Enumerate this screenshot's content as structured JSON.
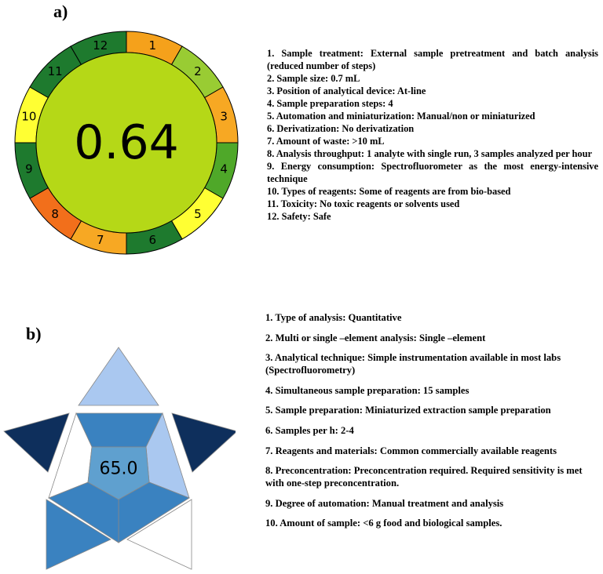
{
  "panel_a": {
    "label": "a)",
    "score": "0.64",
    "segments": [
      {
        "num": "1",
        "color": "#f5a11b"
      },
      {
        "num": "2",
        "color": "#99cc33"
      },
      {
        "num": "3",
        "color": "#f7a823"
      },
      {
        "num": "4",
        "color": "#4fa829"
      },
      {
        "num": "5",
        "color": "#ffff33"
      },
      {
        "num": "6",
        "color": "#1e7a2e"
      },
      {
        "num": "7",
        "color": "#f7a823"
      },
      {
        "num": "8",
        "color": "#f26f1b"
      },
      {
        "num": "9",
        "color": "#1e7a2e"
      },
      {
        "num": "10",
        "color": "#ffff33"
      },
      {
        "num": "11",
        "color": "#1e7a2e"
      },
      {
        "num": "12",
        "color": "#1e7a2e"
      }
    ],
    "center_color": "#b5d817",
    "criteria": [
      "1. Sample treatment: External sample pretreatment and batch analysis (reduced number of steps)",
      "2. Sample size: 0.7 mL",
      "3. Position of analytical device: At-line",
      "4. Sample preparation steps: 4",
      "5. Automation and miniaturization: Manual/non or miniaturized",
      "6. Derivatization: No derivatization",
      "7. Amount of waste: >10 mL",
      "8. Analysis throughput: 1 analyte with single run, 3 samples analyzed per hour",
      "9. Energy consumption: Spectrofluorometer as the most energy-intensive technique",
      "10. Types of reagents: Some of reagents are from bio-based",
      "11. Toxicity: No toxic reagents or solvents used",
      "12. Safety: Safe"
    ]
  },
  "panel_b": {
    "label": "b)",
    "score": "65.0",
    "colors": {
      "top_triangle": "#aac8f0",
      "left_triangle": "#0e2f5c",
      "right_triangle": "#0e2f5c",
      "bottom_left_triangle": "#3a82c0",
      "bottom_right_triangle": "#ffffff",
      "center": "#5fa0cf",
      "inner_top": "#3a82c0",
      "inner_right": "#aac8f0",
      "inner_bottom_right": "#3a82c0",
      "inner_bottom_left": "#3a82c0",
      "inner_left": "#ffffff"
    },
    "criteria": [
      "1. Type of analysis: Quantitative",
      "2. Multi or single –element analysis: Single –element",
      "3. Analytical technique: Simple instrumentation available in most labs (Spectrofluorometry)",
      "4. Simultaneous sample preparation: 15 samples",
      "5. Sample preparation: Miniaturized extraction sample preparation",
      "6. Samples per h: 2-4",
      "7. Reagents and materials: Common commercially available reagents",
      "8. Preconcentration: Preconcentration required. Required sensitivity is met with one-step preconcentration.",
      "9. Degree of automation: Manual treatment and analysis",
      "10. Amount of sample: <6 g food and biological samples."
    ]
  }
}
